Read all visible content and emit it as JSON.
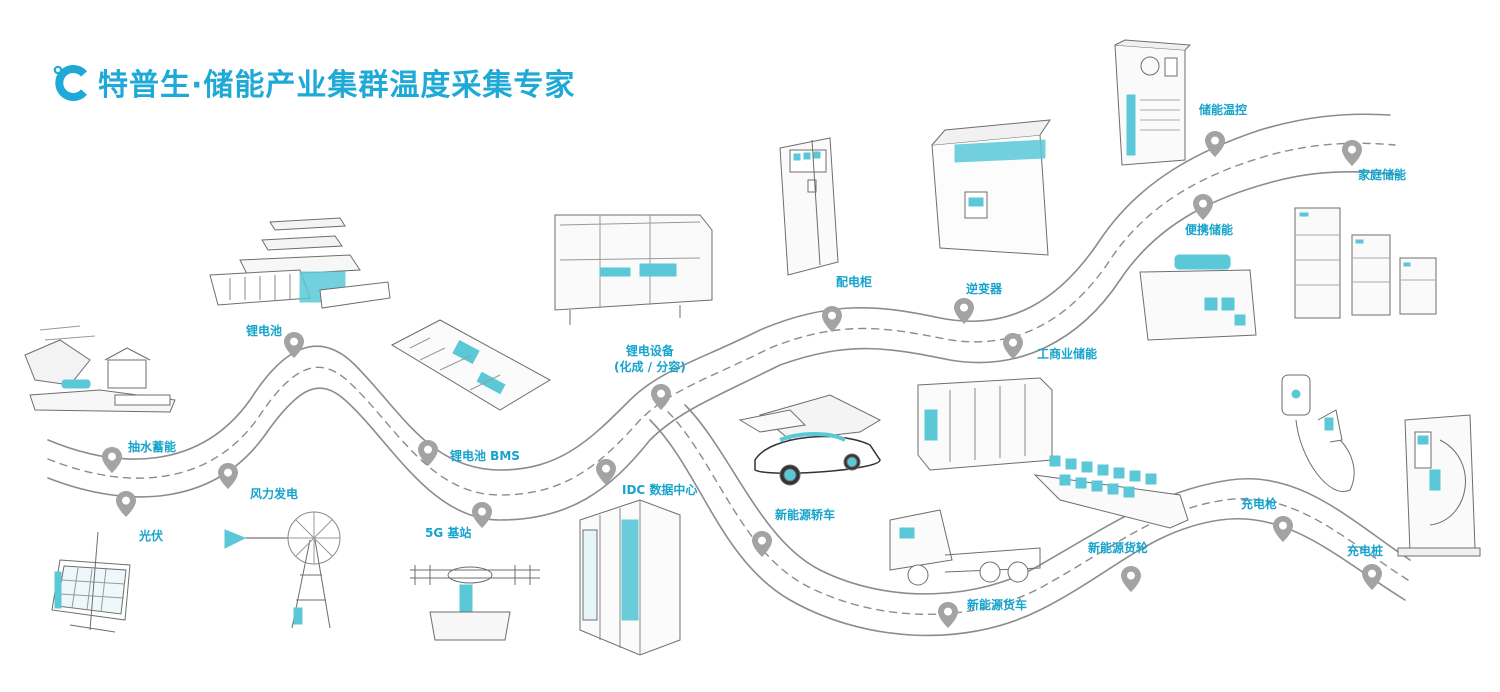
{
  "header": {
    "title": "特普生·储能产业集群温度采集专家",
    "logo_icon": "c-degree-logo-icon",
    "brand_color": "#1fa9d6"
  },
  "colors": {
    "accent": "#5bc8d8",
    "label": "#16a3cc",
    "road": "#8a8a8a",
    "pin": "#9a9a9a"
  },
  "applications": [
    {
      "id": "pumped-storage",
      "label": "抽水蓄能"
    },
    {
      "id": "photovoltaic",
      "label": "光伏"
    },
    {
      "id": "wind-power",
      "label": "风力发电"
    },
    {
      "id": "lithium-battery",
      "label": "锂电池"
    },
    {
      "id": "battery-bms",
      "label": "锂电池 BMS"
    },
    {
      "id": "5g-station",
      "label": "5G 基站"
    },
    {
      "id": "battery-equipment",
      "label": "锂电设备",
      "sub": "(化成 / 分容)"
    },
    {
      "id": "idc-center",
      "label": "IDC 数据中心"
    },
    {
      "id": "distribution-cabinet",
      "label": "配电柜"
    },
    {
      "id": "inverter",
      "label": "逆变器"
    },
    {
      "id": "ev-car",
      "label": "新能源轿车"
    },
    {
      "id": "ev-truck",
      "label": "新能源货车"
    },
    {
      "id": "ci-storage",
      "label": "工商业储能"
    },
    {
      "id": "cargo-ship",
      "label": "新能源货轮"
    },
    {
      "id": "storage-temp-control",
      "label": "储能温控"
    },
    {
      "id": "home-storage",
      "label": "家庭储能"
    },
    {
      "id": "portable-storage",
      "label": "便携储能"
    },
    {
      "id": "charging-gun",
      "label": "充电枪"
    },
    {
      "id": "charging-pile",
      "label": "充电桩"
    }
  ]
}
